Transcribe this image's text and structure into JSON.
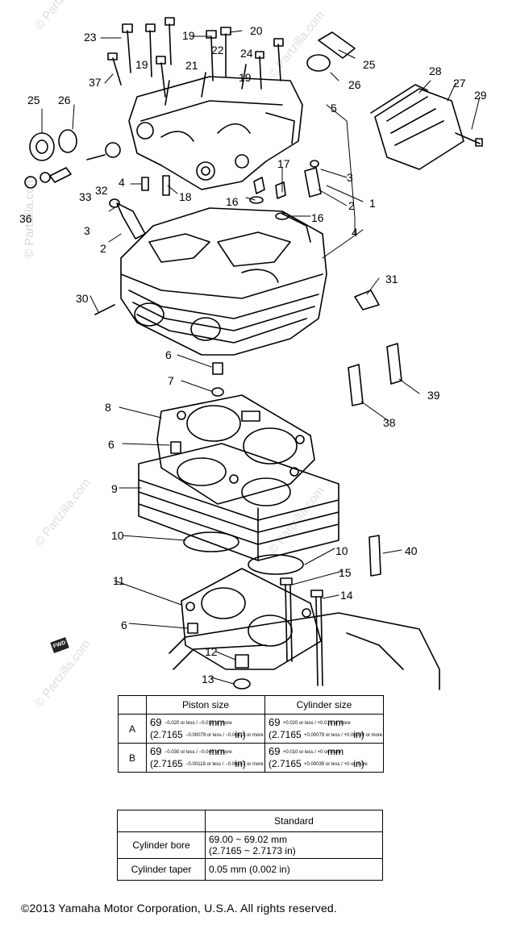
{
  "watermark": "© Partzilla.com",
  "callouts": [
    {
      "id": "23"
    },
    {
      "id": "19"
    },
    {
      "id": "20"
    },
    {
      "id": "22"
    },
    {
      "id": "25"
    },
    {
      "id": "24"
    },
    {
      "id": "21"
    },
    {
      "id": "37"
    },
    {
      "id": "26"
    },
    {
      "id": "28"
    },
    {
      "id": "27"
    },
    {
      "id": "29"
    },
    {
      "id": "5"
    },
    {
      "id": "3"
    },
    {
      "id": "17"
    },
    {
      "id": "18"
    },
    {
      "id": "4"
    },
    {
      "id": "16"
    },
    {
      "id": "2"
    },
    {
      "id": "1"
    },
    {
      "id": "33"
    },
    {
      "id": "32"
    },
    {
      "id": "36"
    },
    {
      "id": "31"
    },
    {
      "id": "30"
    },
    {
      "id": "6"
    },
    {
      "id": "7"
    },
    {
      "id": "8"
    },
    {
      "id": "9"
    },
    {
      "id": "10"
    },
    {
      "id": "11"
    },
    {
      "id": "12"
    },
    {
      "id": "13"
    },
    {
      "id": "14"
    },
    {
      "id": "15"
    },
    {
      "id": "38"
    },
    {
      "id": "39"
    },
    {
      "id": "40"
    }
  ],
  "fwd_label": "FWD",
  "piston_table": {
    "headers": [
      "",
      "Piston size",
      "Cylinder size"
    ],
    "rows": [
      {
        "grade": "A",
        "piston_mm": "69",
        "piston_mm_tol": "−0.020 or less / −0.030 or more",
        "piston_mm_unit": "mm",
        "piston_in": "(2.7165",
        "piston_in_tol": "−0.00079 or less / −0.00118 or more",
        "piston_in_unit": "in)",
        "cyl_mm": "69",
        "cyl_mm_tol": "+0.020 or less / +0.010 or more",
        "cyl_mm_unit": "mm",
        "cyl_in": "(2.7165",
        "cyl_in_tol": "+0.00079 or less / +0.00039 or more",
        "cyl_in_unit": "in)"
      },
      {
        "grade": "B",
        "piston_mm": "69",
        "piston_mm_tol": "−0.030 or less / −0.040 or more",
        "piston_mm_unit": "mm",
        "piston_in": "(2.7165",
        "piston_in_tol": "−0.00118 or less / −0.00157 or more",
        "piston_in_unit": "in)",
        "cyl_mm": "69",
        "cyl_mm_tol": "+0.010 or less / +0 or more",
        "cyl_mm_unit": "mm",
        "cyl_in": "(2.7165",
        "cyl_in_tol": "+0.00039 or less / +0 or more",
        "cyl_in_unit": "in)"
      }
    ]
  },
  "bore_table": {
    "header": "Standard",
    "rows": [
      {
        "label": "Cylinder bore",
        "value_mm": "69.00 ~ 69.02 mm",
        "value_in": "(2.7165 ~ 2.7173 in)"
      },
      {
        "label": "Cylinder taper",
        "value_mm": "0.05 mm (0.002 in)"
      }
    ]
  },
  "copyright": "©2013 Yamaha Motor Corporation, U.S.A. All rights reserved."
}
